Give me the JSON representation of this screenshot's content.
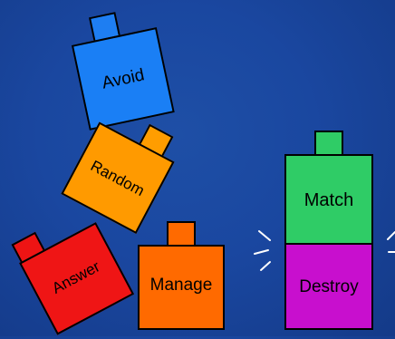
{
  "blocks": {
    "avoid": {
      "label": "Avoid",
      "color": "#1a7ff5"
    },
    "random": {
      "label": "Random",
      "color": "#ff9a00"
    },
    "answer": {
      "label": "Answer",
      "color": "#ef1515"
    },
    "manage": {
      "label": "Manage",
      "color": "#ff6a00"
    },
    "match": {
      "label": "Match",
      "color": "#2fcc66"
    },
    "destroy": {
      "label": "Destroy",
      "color": "#c80fce"
    }
  },
  "background_color": "#1a47a0",
  "effects": {
    "impact_lines_color": "#ffffff"
  }
}
